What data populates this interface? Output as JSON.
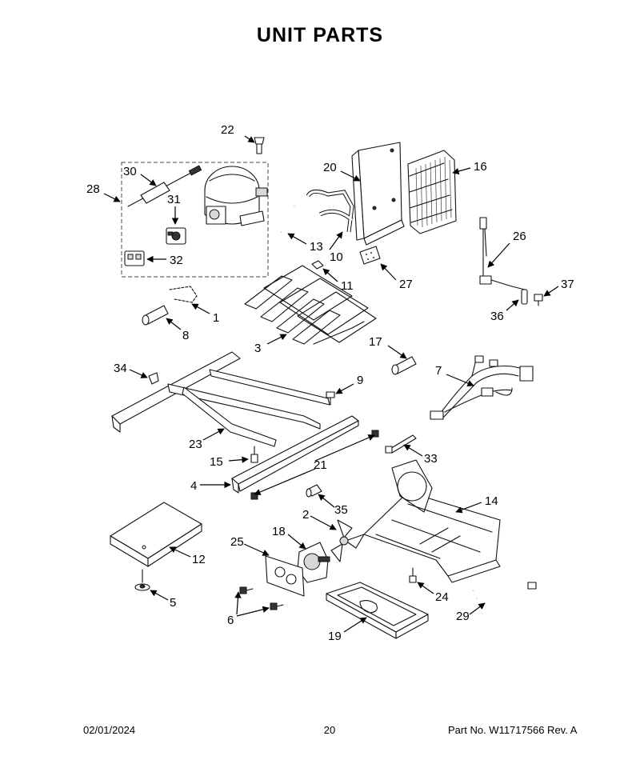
{
  "title": "UNIT  PARTS",
  "footer": {
    "date": "02/01/2024",
    "page": "20",
    "part_number": "Part No.  W11717566  Rev.  A"
  },
  "callouts": [
    {
      "key": "c1",
      "number": "1"
    },
    {
      "key": "c2",
      "number": "2"
    },
    {
      "key": "c3",
      "number": "3"
    },
    {
      "key": "c4",
      "number": "4"
    },
    {
      "key": "c5",
      "number": "5"
    },
    {
      "key": "c6",
      "number": "6"
    },
    {
      "key": "c7",
      "number": "7"
    },
    {
      "key": "c8",
      "number": "8"
    },
    {
      "key": "c9",
      "number": "9"
    },
    {
      "key": "c10",
      "number": "10"
    },
    {
      "key": "c11",
      "number": "11"
    },
    {
      "key": "c12",
      "number": "12"
    },
    {
      "key": "c13",
      "number": "13"
    },
    {
      "key": "c14",
      "number": "14"
    },
    {
      "key": "c15",
      "number": "15"
    },
    {
      "key": "c16",
      "number": "16"
    },
    {
      "key": "c17",
      "number": "17"
    },
    {
      "key": "c18",
      "number": "18"
    },
    {
      "key": "c19",
      "number": "19"
    },
    {
      "key": "c20",
      "number": "20"
    },
    {
      "key": "c21",
      "number": "21"
    },
    {
      "key": "c22",
      "number": "22"
    },
    {
      "key": "c23",
      "number": "23"
    },
    {
      "key": "c24",
      "number": "24"
    },
    {
      "key": "c25",
      "number": "25"
    },
    {
      "key": "c26",
      "number": "26"
    },
    {
      "key": "c27",
      "number": "27"
    },
    {
      "key": "c28",
      "number": "28"
    },
    {
      "key": "c29",
      "number": "29"
    },
    {
      "key": "c30",
      "number": "30"
    },
    {
      "key": "c31",
      "number": "31"
    },
    {
      "key": "c32",
      "number": "32"
    },
    {
      "key": "c33",
      "number": "33"
    },
    {
      "key": "c34",
      "number": "34"
    },
    {
      "key": "c35",
      "number": "35"
    },
    {
      "key": "c36",
      "number": "36"
    },
    {
      "key": "c37",
      "number": "37"
    }
  ]
}
